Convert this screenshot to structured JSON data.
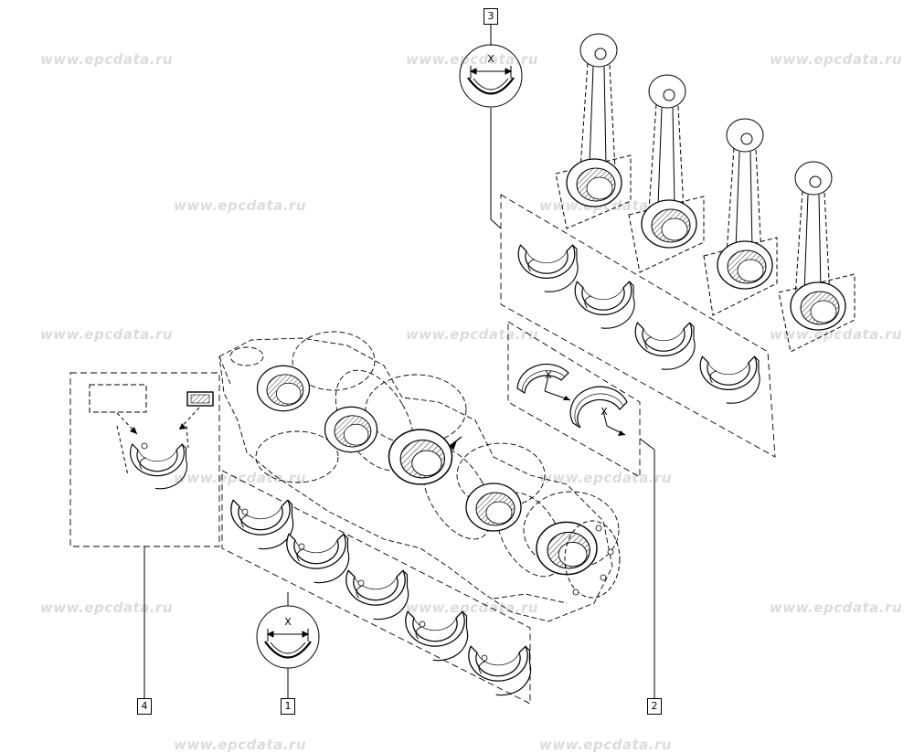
{
  "watermark": "www.epcdata.ru",
  "callouts": {
    "c1": "1",
    "c2": "2",
    "c3": "3",
    "c4": "4"
  },
  "dimension_symbol": "X",
  "colors": {
    "line": "#000000",
    "watermark": "#dcdcdc",
    "hatch": "#555555"
  }
}
